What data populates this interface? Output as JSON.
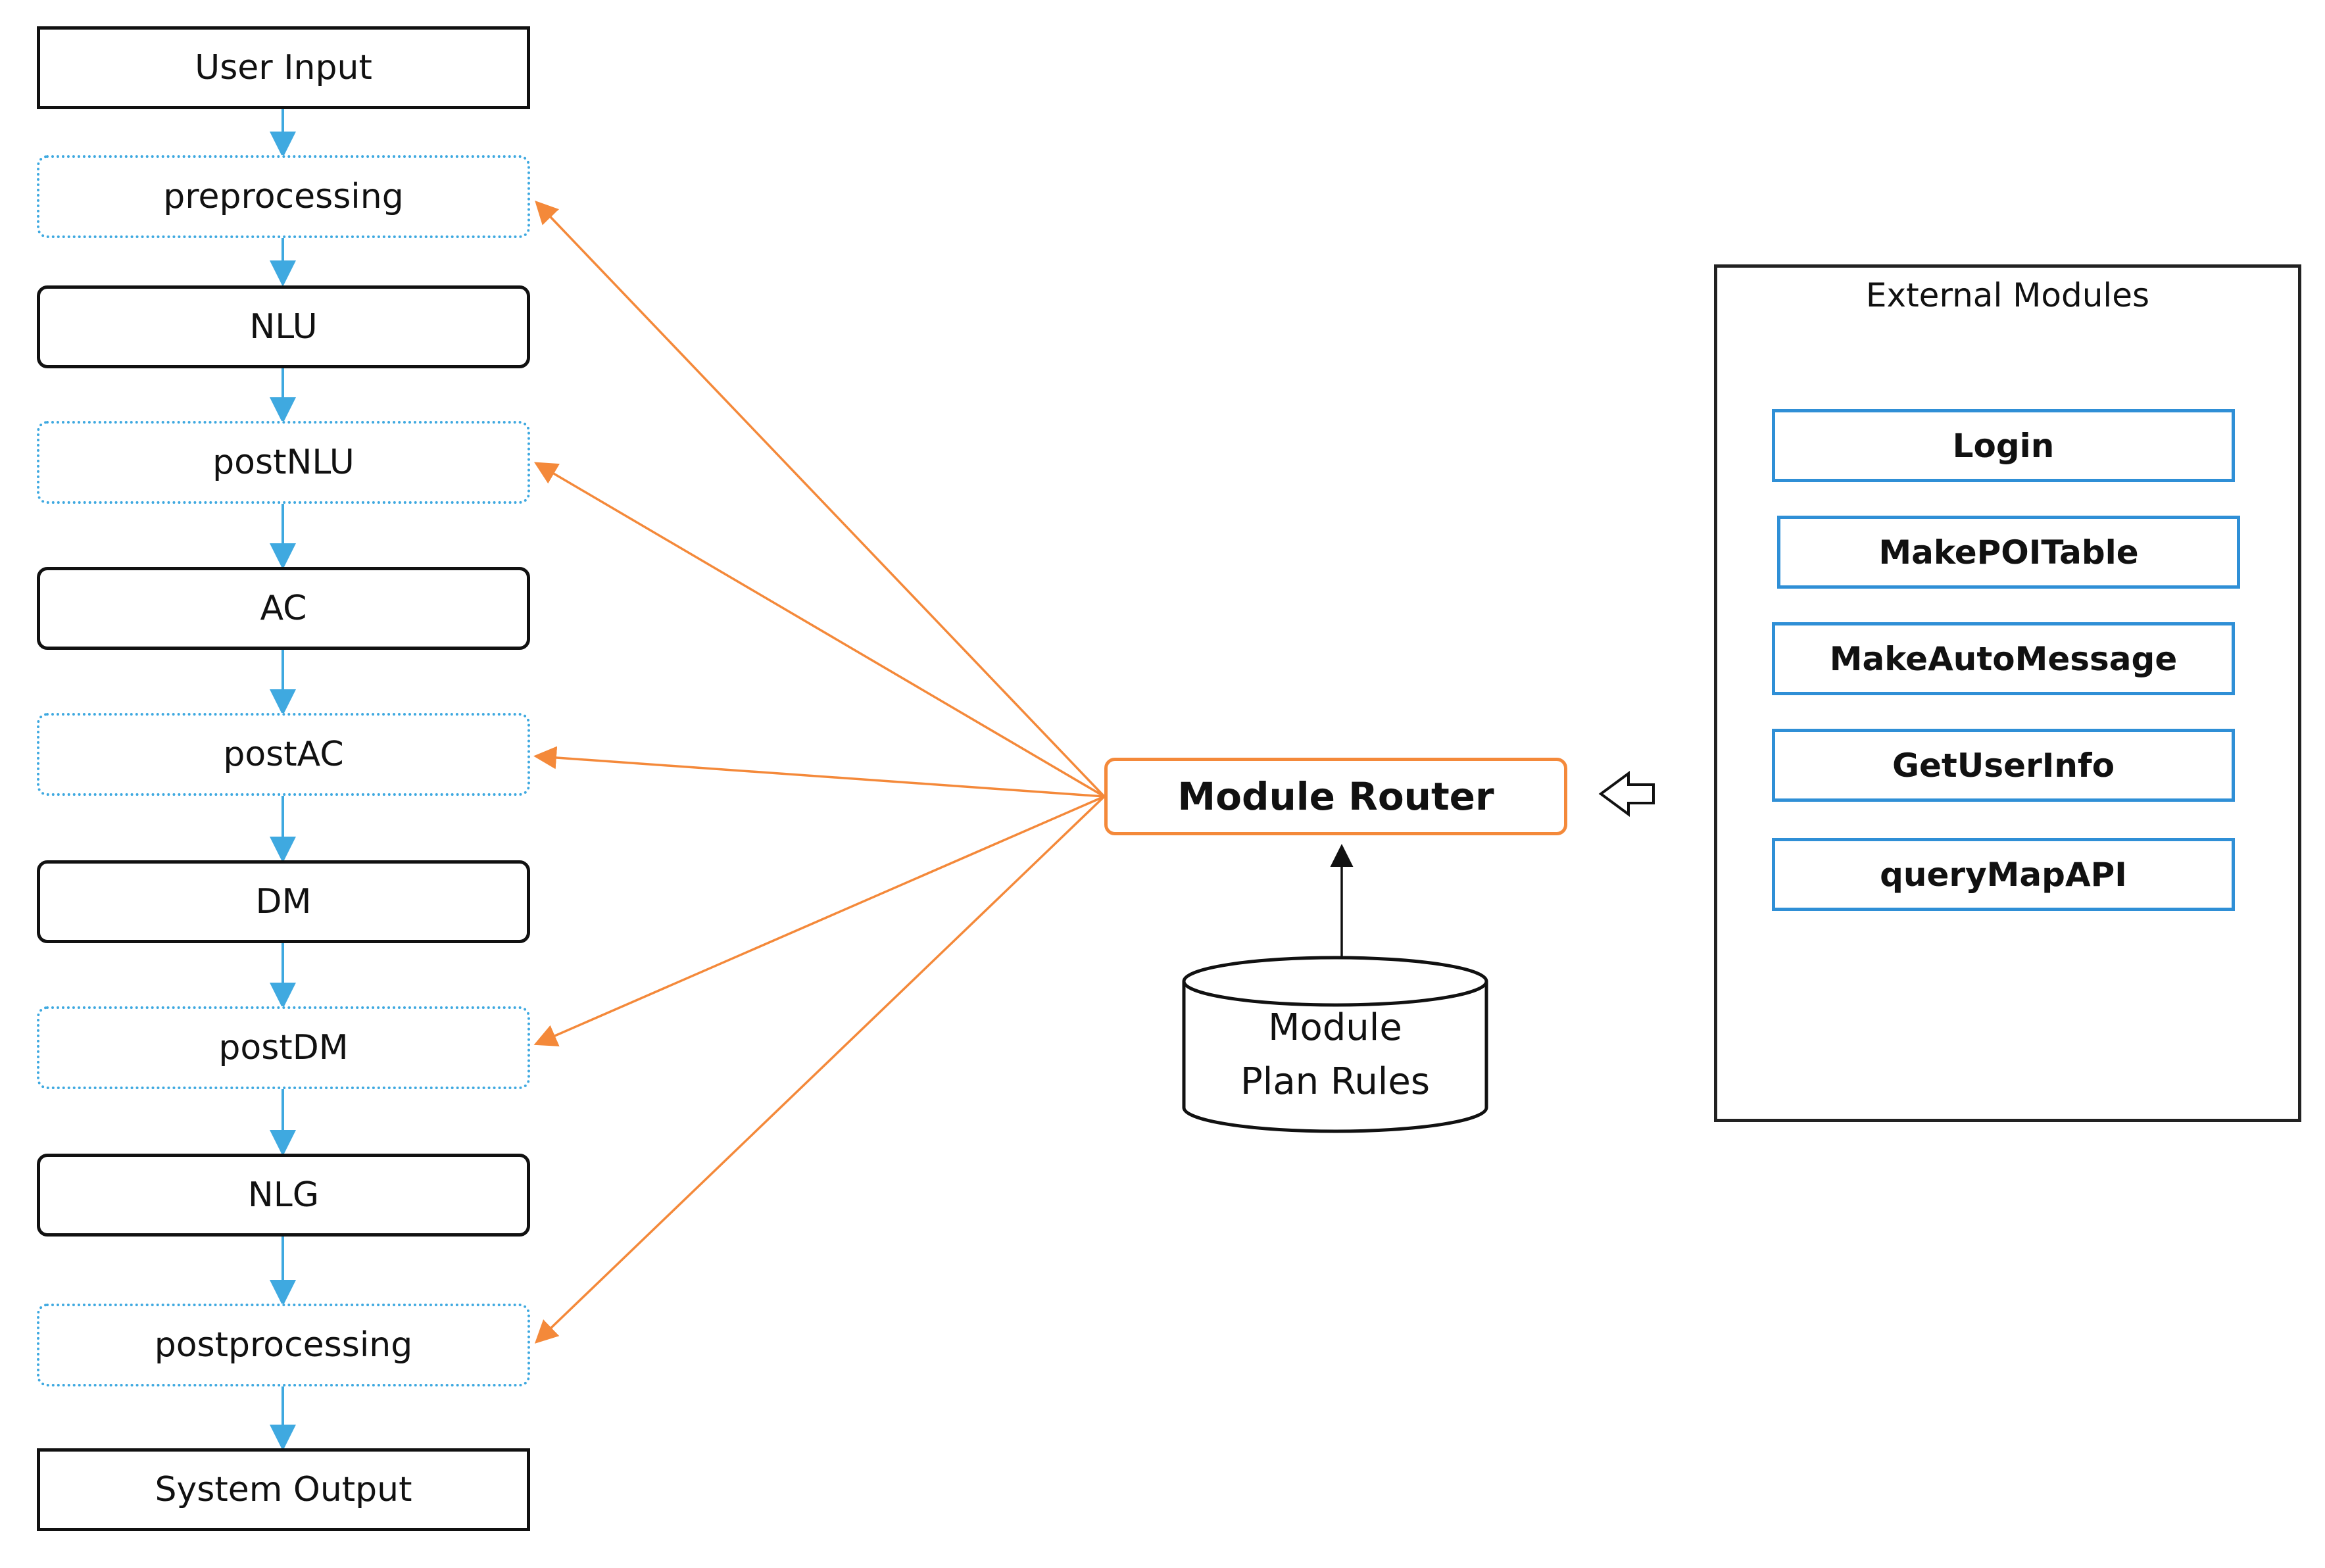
{
  "pipeline": {
    "user_input": "User Input",
    "preprocessing": "preprocessing",
    "nlu": "NLU",
    "post_nlu": "postNLU",
    "ac": "AC",
    "post_ac": "postAC",
    "dm": "DM",
    "post_dm": "postDM",
    "nlg": "NLG",
    "postprocessing": "postprocessing",
    "system_output": "System Output"
  },
  "router": {
    "label": "Module Router"
  },
  "rules_db": {
    "line1": "Module",
    "line2": "Plan Rules"
  },
  "external_modules": {
    "title": "External Modules",
    "items": [
      "Login",
      "MakePOITable",
      "MakeAutoMessage",
      "GetUserInfo",
      "queryMapAPI"
    ]
  },
  "colors": {
    "flow_arrow": "#3fa9e0",
    "router_arrow": "#f4893a",
    "module_border": "#2f8fd6",
    "outline": "#111111"
  }
}
